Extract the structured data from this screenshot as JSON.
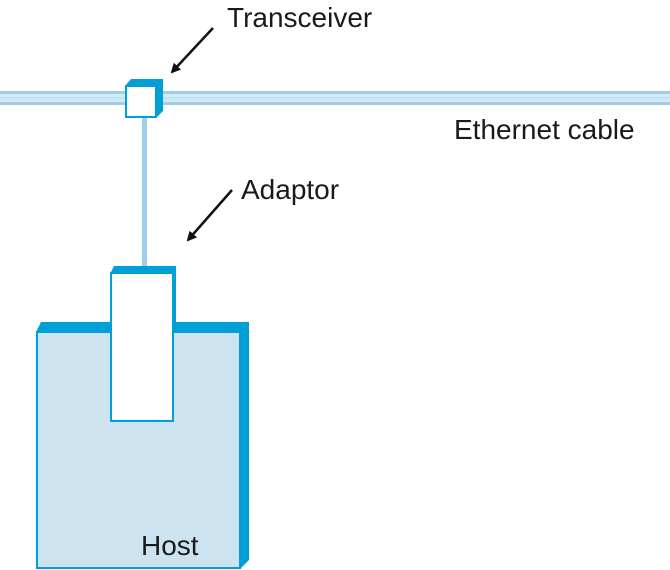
{
  "labels": {
    "transceiver": "Transceiver",
    "adaptor": "Adaptor",
    "ethernet_cable": "Ethernet cable",
    "host": "Host"
  },
  "colors": {
    "cable_light": "#d6eaf6",
    "cable_mid": "#9fcfe8",
    "cable_stripe": "#c2e2f2",
    "component_dark": "#00a0d6",
    "host_fill": "#cde4f0",
    "adaptor_fill": "#ffffff",
    "wire": "#9fcfe8",
    "arrow": "#111111",
    "text": "#1a1a1a"
  }
}
